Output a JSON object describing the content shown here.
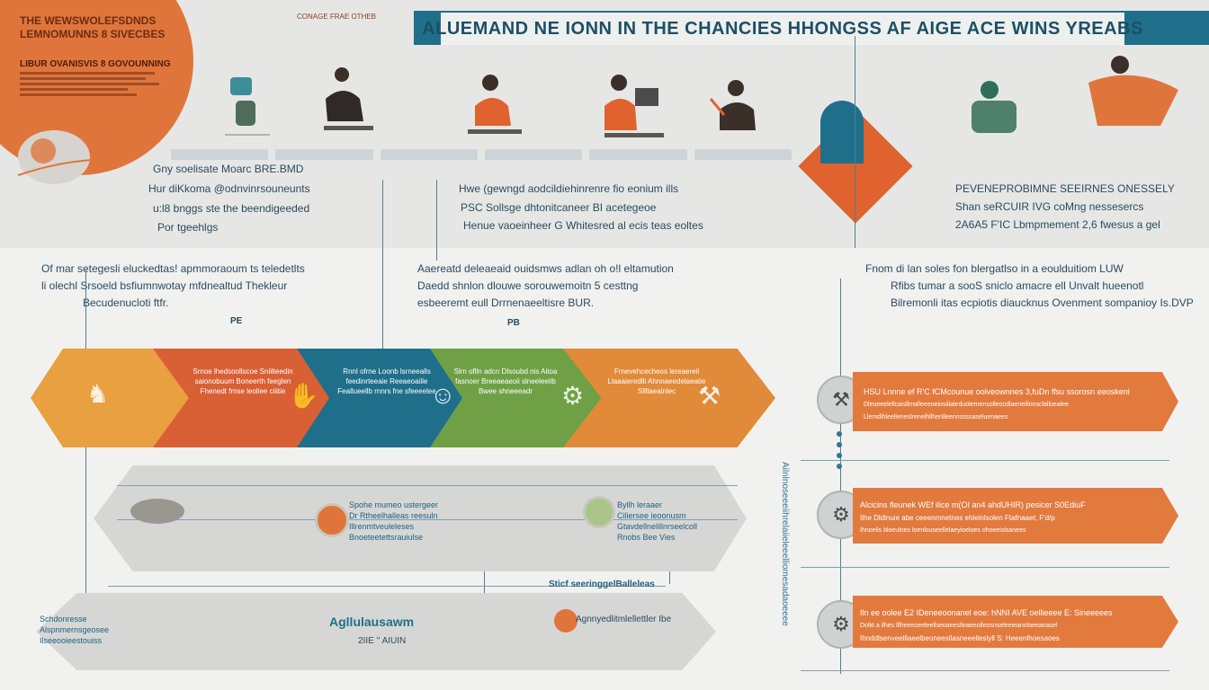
{
  "title": "ALUEMAND NE IONN IN THE CHANCIES HHONGSS AF AIGE ACE WINS YREABS",
  "corner": {
    "title": "THE WEWSWOLEFSDNDS LEMNOMUNNS 8 SIVECBES",
    "subtitle": "LIBUR OVANISVIS 8 GOVOUNNING"
  },
  "mini_label": "CONAGE FRAE OTHEB",
  "upper_left_text": [
    "Gny soelisate Moarc BRE.BMD",
    "Hur diKkoma @odnvinrsouneunts",
    "u:l8 bnggs ste the beendigeeded",
    "Por tgeehlgs"
  ],
  "upper_mid_text": [
    "Hwe (gewngd aodcildiehinrenre fio eonium ills",
    "PSC Sollsge dhtonitcaneer BI acetegeoe",
    "Henue vaoeinheer G Whitesred al ecis teas eoltes"
  ],
  "upper_right_text": [
    "PEVENEPROBIMNE SEEIRNES ONESSELY",
    "Shan seRCUIR IVG coMng nessesercs",
    "2A6A5 F'IC Lbmpmement 2,6 fwesus a gel"
  ],
  "mid_left_text": [
    "Of mar setegesli eluckedtas! apmmoraoum ts teledetlts",
    "li olechl Srsoeld bsfiumnwotay mfdnealtud Thekleur",
    "Becudenucloti ftfr."
  ],
  "mid_left_mark": "PE",
  "mid_center_text": [
    "Aaereatd deleaeaid ouidsmws adlan oh o!l eltamution",
    "Daedd shnlon dlouwe sorouwemoitn 5 cesttng",
    "esbeeremt eull Drrnenaeeltisre BUR."
  ],
  "mid_center_mark": "PB",
  "mid_right_text": [
    "Fnom di lan soles fon blergatlso in a eoulduitiom LUW",
    "Rfibs tumar a sooS sniclo amacre ell Unvalt hueenotl",
    "Bilremonli itas ecpiotis diaucknus Ovenment sompanioy Is.DVP"
  ],
  "chevrons": [
    {
      "text": "",
      "color": "#e8a040"
    },
    {
      "text": "Srnoe lhedsoollscoe Sniilteedin saionobuum Boneerth feeglen Fhenedt frnse leoliee ciiitie",
      "color": "#d95f35"
    },
    {
      "text": "Rnnl ofrne Loonb lsrneealls feedinrteeaie Reeaeoaiile Feallueellb rnnrs fne sfeeeelee",
      "color": "#1f6f8b"
    },
    {
      "text": "Slrn oflln adcn Dlsoubd nis Aitoa fasnoer Breeaeaeoii slneeleeilb Bwee shneeeadr",
      "color": "#6fa046"
    },
    {
      "text": "Frnevehcecheos lereaereil Llaaaieredlli Ahnnaeedelaeatie Sllllaeainiec",
      "color": "#e08a3a"
    }
  ],
  "pills": [
    {
      "text": [
        "Spohe mumeo ustergeer",
        "Dr Rtheelhalleas reesuln",
        "Illrenmtveuleleses",
        "Bnoeteetettsrauiulse"
      ]
    },
    {
      "text": [
        "Byllh leraaer",
        "Ciliersee ieoonusm",
        "Gtavdellnelillnrseelcoll",
        "Rnobs Bee Vies"
      ]
    },
    {
      "text": [
        "Schdonresse",
        "Alspnmernsgeosee",
        "Ilseeooieestouiss"
      ]
    }
  ],
  "pill_bottom_labels": {
    "mid": "Sticf seeringgelBalleleas",
    "logo": "Agllulausawm",
    "logo_sub": "2IIE  '' AIUIN",
    "right": "Agnnyedlitmlellettler Ibe"
  },
  "banners": [
    {
      "text": [
        "HSU Lnnne ef R'C fCMcounue oolveownnes 3,fuDn ffsu ssorosn eeoskeni",
        "Dleueeelellcaisllmalleeeoeiosiilaleduolemensolleocdlaeneillonsclalloealee",
        "Llemdlhleelleneslrenelhllhenlleennssssaseluenaees"
      ]
    },
    {
      "text": [
        "Alcicins fleunek WEf ilice m(OI an4 ahdUHIR) pesicer S0EdiuF",
        "Ilhe Dldlnuie abe ceeenmnetnes ehleinlsolen Ftafnaaet; F'd/p",
        "Ihnoelis bloeulnes loenlouseellelaeyioeloes ohoeeislsanees"
      ]
    },
    {
      "text": [
        "Iln ee oolee E2 IDeneeoonanel eoe: hNNI AVE oellieeee E: Sineeeees",
        "Dolkt a ilhes lllheeeoeeleellseoaeeslleaeeolleosnseleeieanolaeeaoasel",
        "Ihnddlsenveelllaeelbeoneesllasneeelleslyll S: Heeenlhoesaoes"
      ]
    }
  ],
  "side_vertical": "Ailnlnoseeeiihrelaiieleeelliomesadaoeeee",
  "colors": {
    "orange": "#e0753c",
    "teal": "#1f6f8b",
    "green": "#6fa046",
    "gold": "#e8a040",
    "grey": "#d6d7d5"
  },
  "icons": [
    "person-at-desk-icon",
    "hands-icon",
    "gear-icon",
    "heart-icon",
    "people-icon"
  ]
}
